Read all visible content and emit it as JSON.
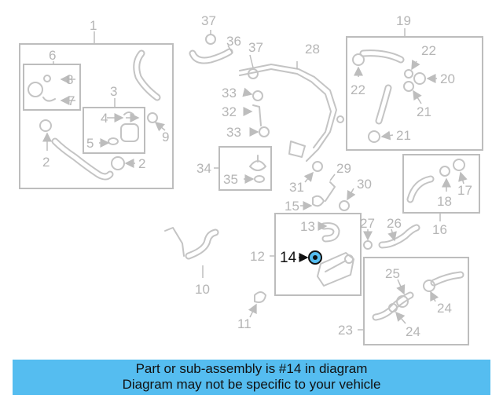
{
  "diagram": {
    "callouts": [
      "1",
      "2",
      "2",
      "3",
      "4",
      "5",
      "6",
      "7",
      "8",
      "9",
      "10",
      "11",
      "12",
      "13",
      "14",
      "15",
      "16",
      "17",
      "18",
      "19",
      "20",
      "21",
      "21",
      "22",
      "22",
      "23",
      "24",
      "24",
      "25",
      "26",
      "27",
      "28",
      "29",
      "30",
      "31",
      "32",
      "33",
      "33",
      "34",
      "35",
      "36",
      "37",
      "37"
    ],
    "highlighted_part": "14",
    "highlight_color": "#55bdf0"
  },
  "banner": {
    "line1": "Part or sub-assembly is #14 in diagram",
    "line2": "Diagram may not be specific to your vehicle",
    "background": "#55bdf0"
  }
}
